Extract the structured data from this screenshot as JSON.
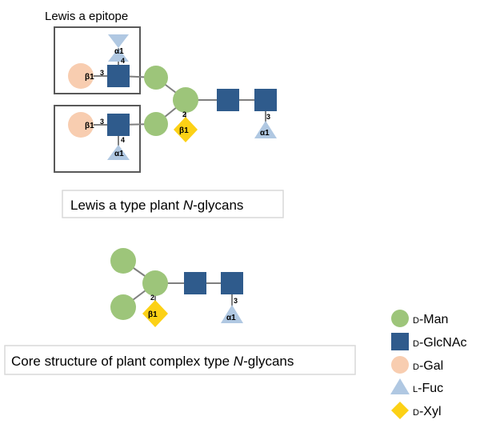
{
  "epitope_title": "Lewis a epitope",
  "panel_top": {
    "caption_main": "Lewis a type plant ",
    "caption_italic": "N",
    "caption_tail": "-glycans",
    "labels": {
      "gal_top_beta": "β1",
      "gal_top_pos": "3",
      "fuc_top_alpha": "α1",
      "fuc_top_pos": "4",
      "gal_bot_beta": "β1",
      "gal_bot_pos": "3",
      "fuc_bot_alpha": "α1",
      "fuc_bot_pos": "4",
      "xyl_pos": "2",
      "xyl_beta": "β1",
      "core_fuc_pos": "3",
      "core_fuc_alpha": "α1"
    }
  },
  "panel_bottom": {
    "caption_main": "Core structure of plant complex type ",
    "caption_italic": "N",
    "caption_tail": "-glycans",
    "labels": {
      "xyl_pos": "2",
      "xyl_beta": "β1",
      "core_fuc_pos": "3",
      "core_fuc_alpha": "α1"
    }
  },
  "legend": [
    {
      "prefix": "D",
      "name": "-Man",
      "shape": "circle",
      "color": "#9dc57a"
    },
    {
      "prefix": "D",
      "name": "-GlcNAc",
      "shape": "square",
      "color": "#2f5b8c"
    },
    {
      "prefix": "D",
      "name": "-Gal",
      "shape": "circle",
      "color": "#f8cdb0"
    },
    {
      "prefix": "L",
      "name": "-Fuc",
      "shape": "triangle",
      "color": "#b0c8e2"
    },
    {
      "prefix": "D",
      "name": "-Xyl",
      "shape": "diamond",
      "color": "#fcd116"
    }
  ],
  "colors": {
    "man": "#9dc57a",
    "glcnac": "#2f5b8c",
    "gal": "#f8cdb0",
    "fuc": "#b0c8e2",
    "xyl": "#fcd116",
    "link": "#7f7f7f",
    "box": "#595959"
  }
}
